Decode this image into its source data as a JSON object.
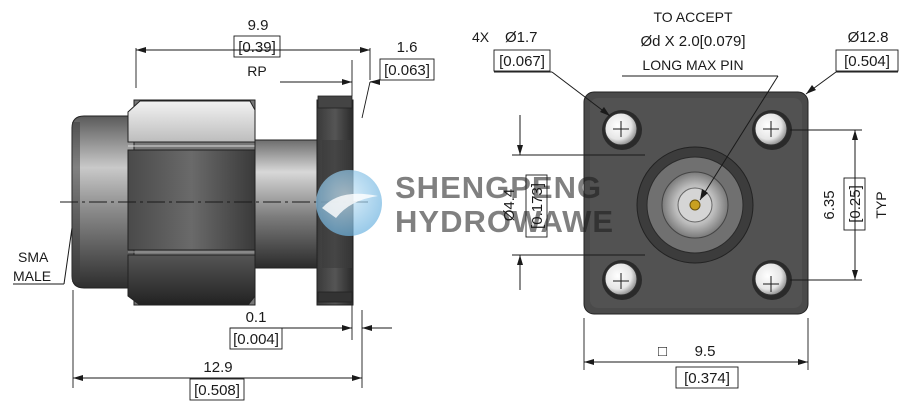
{
  "side_view": {
    "dim_length_mm": "9.9",
    "dim_length_in": "[0.39]",
    "dim_length_note": "RP",
    "dim_flange_mm": "1.6",
    "dim_flange_in": "[0.063]",
    "dim_gap_mm": "0.1",
    "dim_gap_in": "[0.004]",
    "dim_total_mm": "12.9",
    "dim_total_in": "[0.508]",
    "connector_label_line1": "SMA",
    "connector_label_line2": "MALE"
  },
  "front_view": {
    "holes_label": "4X",
    "holes_dia_mm": "Ø1.7",
    "holes_dia_in": "[0.067]",
    "pin_note_line1": "TO ACCEPT",
    "pin_note_line2": "Ød X 2.0[0.079]",
    "pin_note_line3": "LONG MAX PIN",
    "corner_dia_mm": "Ø12.8",
    "corner_dia_in": "[0.504]",
    "bore_dia_mm": "Ø4.4",
    "bore_dia_in": "[0.173]",
    "hole_spacing_mm": "6.35",
    "hole_spacing_in": "[0.25]",
    "hole_spacing_note": "TYP",
    "square_symbol": "□",
    "width_mm": "9.5",
    "width_in": "[0.374]"
  },
  "watermark": {
    "line1": "SHENGPENG",
    "line2": "HYDROWAWE"
  }
}
